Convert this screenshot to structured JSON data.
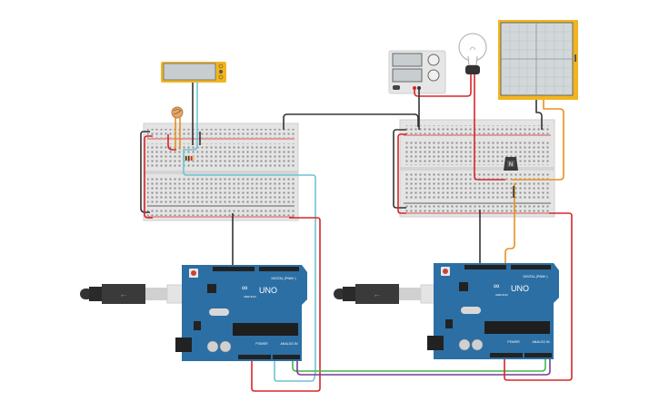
{
  "canvas": {
    "title": "Circuit schematic view"
  },
  "colors": {
    "wire_black": "#333333",
    "wire_red": "#d7262a",
    "wire_cyan": "#6cc4d4",
    "wire_orange": "#e8901e",
    "wire_green": "#41b74a",
    "wire_purple": "#7a3b94",
    "arduino_blue": "#2c6fa4",
    "breadboard": "#e3e3e3",
    "yellow_frame": "#f2b51f"
  },
  "arduino_left": {
    "logo_text": "UNO",
    "brand_text": "ARDUINO",
    "digital_label": "DIGITAL (PWM~)",
    "power_label": "POWER",
    "analog_label": "ANALOG IN"
  },
  "arduino_right": {
    "logo_text": "UNO",
    "brand_text": "ARDUINO",
    "digital_label": "DIGITAL (PWM~)",
    "power_label": "POWER",
    "analog_label": "ANALOG IN"
  },
  "transistor": {
    "label": "N"
  },
  "components": [
    "lcd-display",
    "photoresistor",
    "resistor",
    "breadboard-left",
    "breadboard-right",
    "power-supply",
    "light-bulb",
    "oscilloscope",
    "npn-transistor",
    "arduino-uno-left",
    "arduino-uno-right",
    "usb-cable-left",
    "usb-cable-right"
  ]
}
